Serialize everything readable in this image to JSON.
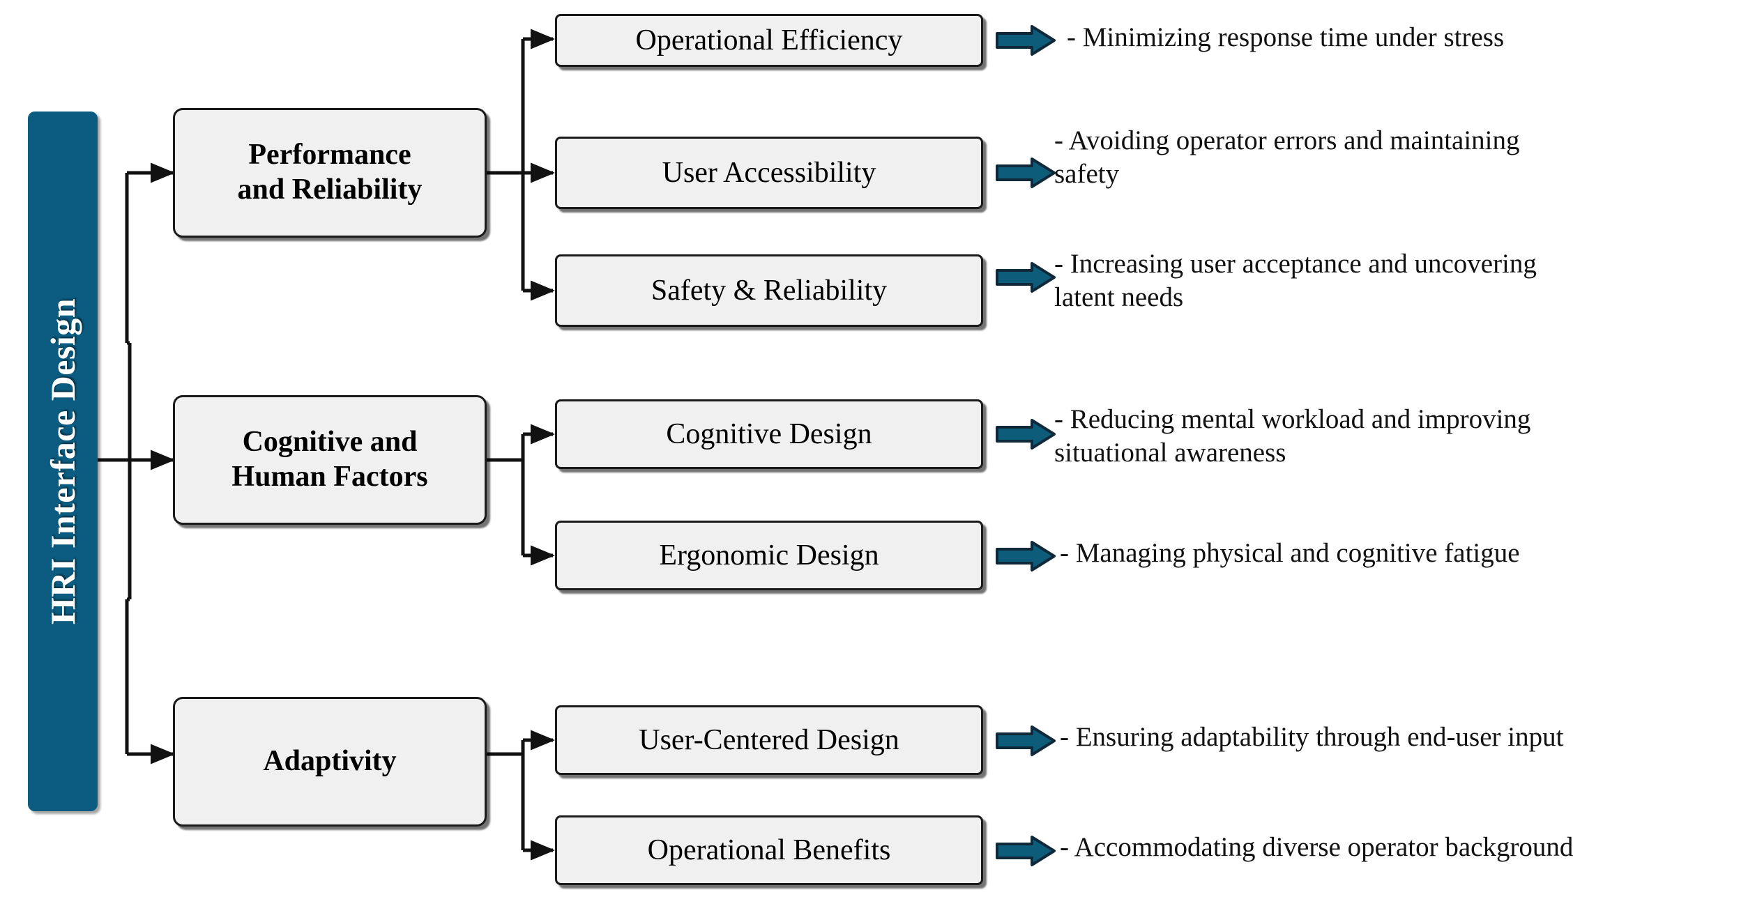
{
  "diagram": {
    "root": {
      "label": "HRI Interface Design",
      "color": "#0b5c80",
      "orientation": "vertical-rotated"
    },
    "palette": {
      "root_fill": "#0b5c80",
      "box_fill": "#f0f0f0",
      "box_border": "#1a1a1a",
      "arrow_fill": "#0d5c7a",
      "arrow_border": "#10293a",
      "text": "#000000",
      "background": "#ffffff"
    },
    "categories": [
      {
        "label": "Performance\nand Reliability",
        "subs": [
          {
            "label": "Operational Efficiency",
            "outcome": "- Minimizing response time under stress"
          },
          {
            "label": "User Accessibility",
            "outcome": "- Avoiding operator errors and maintaining\nsafety"
          },
          {
            "label": "Safety & Reliability",
            "outcome": "- Increasing user acceptance and uncovering\nlatent needs"
          }
        ]
      },
      {
        "label": "Cognitive and\nHuman Factors",
        "subs": [
          {
            "label": "Cognitive  Design",
            "outcome": "- Reducing mental workload and improving\nsituational awareness"
          },
          {
            "label": "Ergonomic Design",
            "outcome": "- Managing physical and cognitive fatigue"
          }
        ]
      },
      {
        "label": "Adaptivity",
        "subs": [
          {
            "label": "User-Centered Design",
            "outcome": "- Ensuring adaptability through end-user input"
          },
          {
            "label": "Operational Benefits",
            "outcome": "- Accommodating diverse operator background"
          }
        ]
      }
    ],
    "icons": {
      "connector": "right-arrow-connector",
      "outcome_marker": "block-right-arrow-icon"
    }
  }
}
